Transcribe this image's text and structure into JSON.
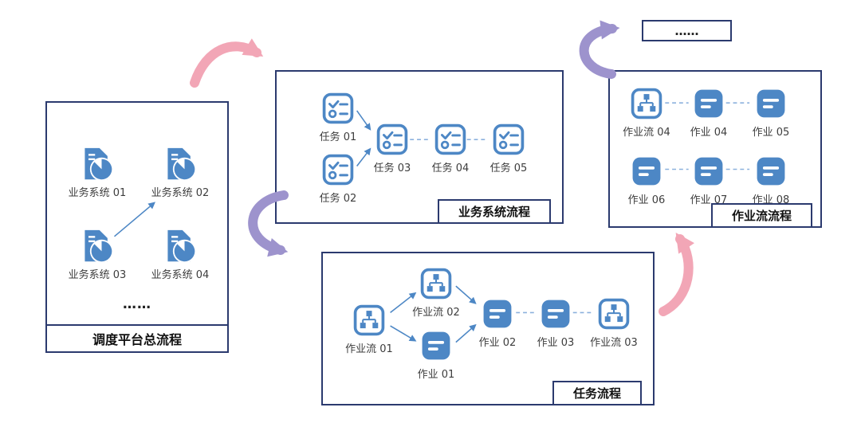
{
  "colors": {
    "panel_border": "#2b3a6e",
    "icon_blue": "#4d87c5",
    "label_text": "#3d3d3d",
    "title_text": "#111111",
    "pink_arrow": "#f2a6b6",
    "purple_arrow": "#9d93cd",
    "dashed_connector": "#8cb1dd",
    "flow_arrow": "#4d87c5"
  },
  "left_panel": {
    "title": "调度平台总流程",
    "ellipsis": "……",
    "items": [
      {
        "label": "业务系统 01"
      },
      {
        "label": "业务系统 02"
      },
      {
        "label": "业务系统 03"
      },
      {
        "label": "业务系统 04"
      }
    ]
  },
  "business_panel": {
    "title": "业务系统流程",
    "items": [
      {
        "label": "任务 01"
      },
      {
        "label": "任务 02"
      },
      {
        "label": "任务 03"
      },
      {
        "label": "任务 04"
      },
      {
        "label": "任务 05"
      }
    ]
  },
  "task_panel": {
    "title": "任务流程",
    "items": [
      {
        "label": "作业流 01"
      },
      {
        "label": "作业流 02"
      },
      {
        "label": "作业 01"
      },
      {
        "label": "作业 02"
      },
      {
        "label": "作业 03"
      },
      {
        "label": "作业流 03"
      }
    ]
  },
  "jobflow_panel": {
    "title": "作业流流程",
    "row1": [
      {
        "label": "作业流 04"
      },
      {
        "label": "作业 04"
      },
      {
        "label": "作业 05"
      }
    ],
    "row2": [
      {
        "label": "作业 06"
      },
      {
        "label": "作业 07"
      },
      {
        "label": "作业 08"
      }
    ]
  },
  "ellipsis_box": {
    "label": "……"
  }
}
